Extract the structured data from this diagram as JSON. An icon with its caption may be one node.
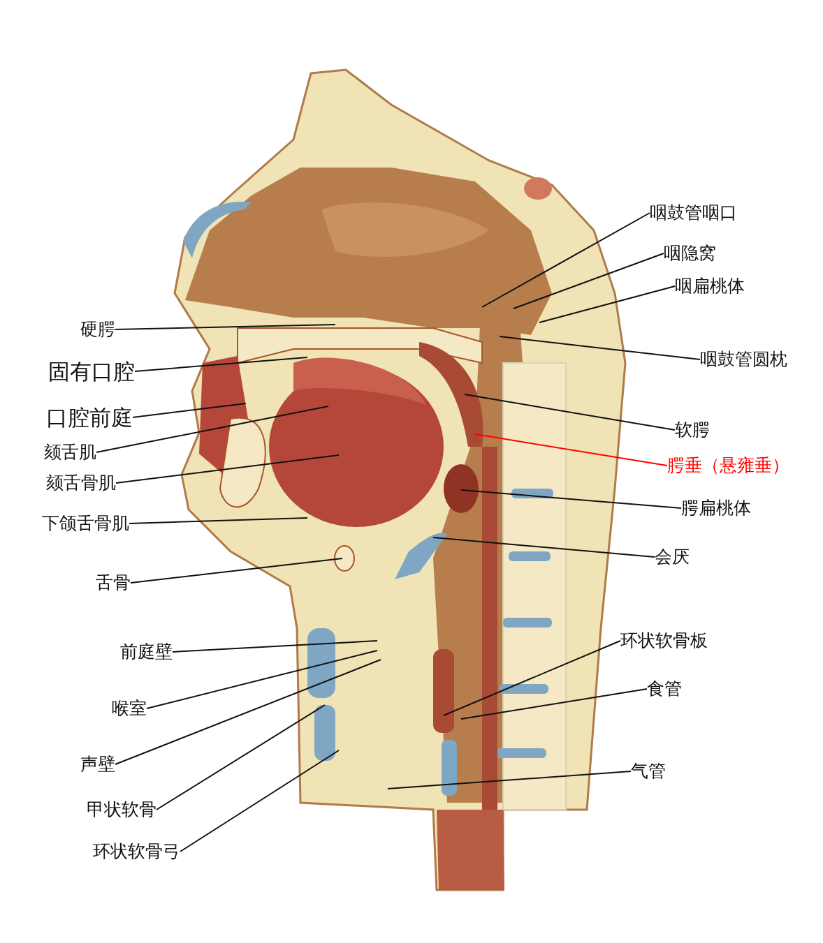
{
  "diagram": {
    "nodes": [
      {
        "text": [
          "咽鼓管咽口"
        ]
      },
      {
        "text": [
          "咽隐窝"
        ]
      },
      {
        "text": [
          "咽扁桃体"
        ]
      },
      {
        "text": [
          "硬腭"
        ]
      },
      {
        "text": [
          "咽鼓管圆枕"
        ]
      },
      {
        "text": [
          "固有口腔"
        ]
      },
      {
        "text": [
          "口腔前庭"
        ]
      },
      {
        "text": [
          "软腭"
        ]
      },
      {
        "text": [
          "颏舌肌"
        ]
      },
      {
        "text": [
          "腭垂（悬雍垂）"
        ]
      },
      {
        "text": [
          "颏舌骨肌"
        ]
      },
      {
        "text": [
          "腭扁桃体"
        ]
      },
      {
        "text": [
          "下颌舌骨肌"
        ]
      },
      {
        "text": [
          "会厌"
        ]
      },
      {
        "text": [
          "舌骨"
        ]
      },
      {
        "text": [
          "环状软骨板"
        ]
      },
      {
        "text": [
          "前庭壁"
        ]
      },
      {
        "text": [
          "食管"
        ]
      },
      {
        "text": [
          "喉室"
        ]
      },
      {
        "text": [
          "声壁"
        ]
      },
      {
        "text": [
          "气管"
        ]
      },
      {
        "text": [
          "甲状软骨"
        ]
      },
      {
        "text": [
          "环状软骨弓"
        ]
      }
    ],
    "edges": [
      {
        "from": 0,
        "to": null,
        "arrow": "none"
      },
      {
        "from": 1,
        "to": null,
        "arrow": "none"
      },
      {
        "from": 2,
        "to": null,
        "arrow": "none"
      },
      {
        "from": 3,
        "to": null,
        "arrow": "none"
      },
      {
        "from": 4,
        "to": null,
        "arrow": "none"
      },
      {
        "from": 5,
        "to": null,
        "arrow": "none"
      },
      {
        "from": 6,
        "to": null,
        "arrow": "none"
      },
      {
        "from": 7,
        "to": null,
        "arrow": "none"
      },
      {
        "from": 8,
        "to": null,
        "arrow": "none"
      },
      {
        "from": 9,
        "to": null,
        "arrow": "none",
        "color": "#ff0000"
      },
      {
        "from": 10,
        "to": null,
        "arrow": "none"
      },
      {
        "from": 11,
        "to": null,
        "arrow": "none"
      },
      {
        "from": 12,
        "to": null,
        "arrow": "none"
      },
      {
        "from": 13,
        "to": null,
        "arrow": "none"
      },
      {
        "from": 14,
        "to": null,
        "arrow": "none"
      },
      {
        "from": 15,
        "to": null,
        "arrow": "none"
      },
      {
        "from": 16,
        "to": null,
        "arrow": "none"
      },
      {
        "from": 17,
        "to": null,
        "arrow": "none"
      },
      {
        "from": 18,
        "to": null,
        "arrow": "none"
      },
      {
        "from": 19,
        "to": null,
        "arrow": "none"
      },
      {
        "from": 20,
        "to": null,
        "arrow": "none"
      },
      {
        "from": 21,
        "to": null,
        "arrow": "none"
      },
      {
        "from": 22,
        "to": null,
        "arrow": "none"
      }
    ]
  }
}
